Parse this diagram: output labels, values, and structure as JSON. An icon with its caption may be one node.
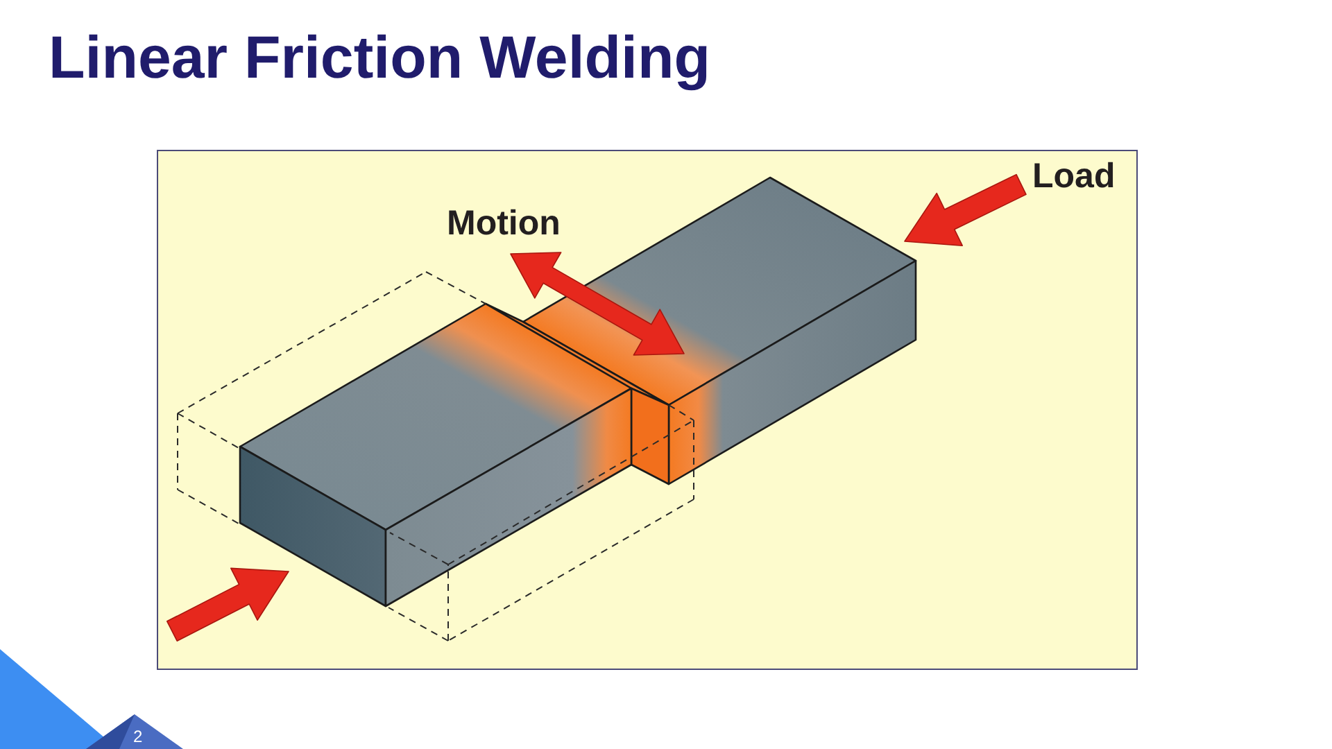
{
  "diagram": {
    "title": "Linear Friction Welding",
    "labels": [
      "Motion",
      "Load",
      "2"
    ]
  }
}
